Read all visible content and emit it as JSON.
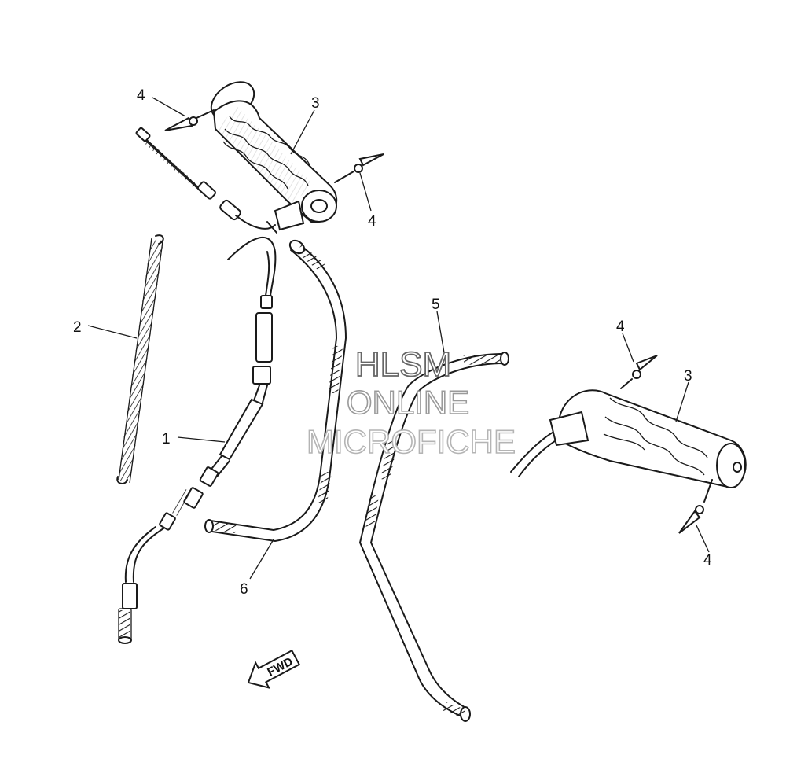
{
  "callouts": {
    "c1": "1",
    "c2": "2",
    "c3a": "3",
    "c3b": "3",
    "c4a": "4",
    "c4b": "4",
    "c4c": "4",
    "c4d": "4",
    "c5": "5",
    "c6": "6"
  },
  "direction_label": "FWD",
  "watermark": {
    "line1": "HLSM",
    "line2": "ONLINE",
    "line3": "MICROFICHE"
  }
}
